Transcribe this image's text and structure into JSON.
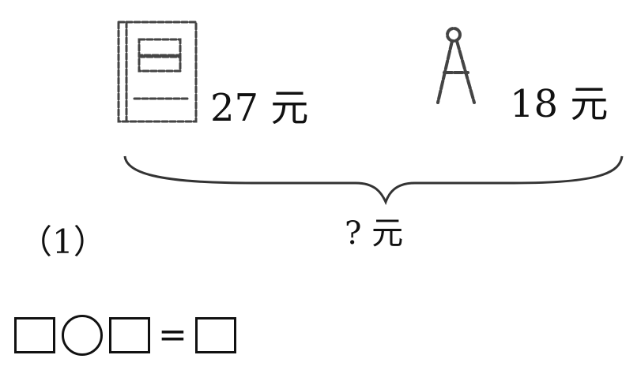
{
  "items": [
    {
      "name": "notebook",
      "icon": "notebook-icon",
      "price": "27 元"
    },
    {
      "name": "compass",
      "icon": "compass-icon",
      "price": "18 元"
    }
  ],
  "total": {
    "label": "? 元"
  },
  "question": {
    "number": "（1）"
  },
  "equation": {
    "parts": [
      "box",
      "circle",
      "box",
      "=",
      "box"
    ],
    "equals": "="
  }
}
